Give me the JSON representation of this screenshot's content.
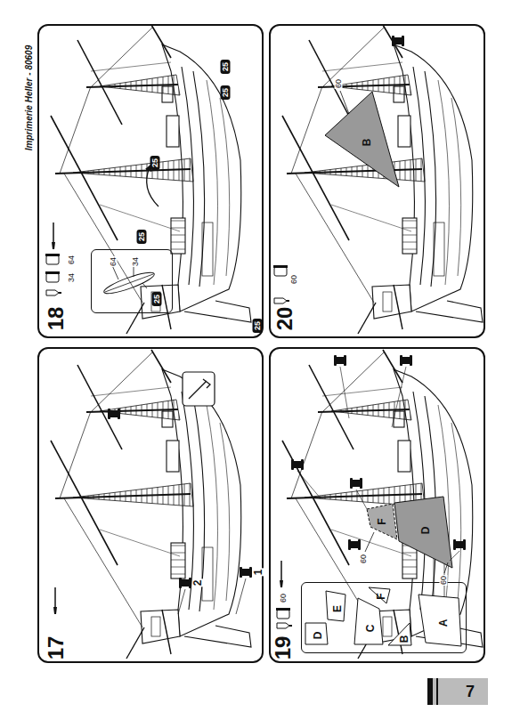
{
  "diagram": {
    "nodes": [
      {
        "text": [
          "17"
        ]
      },
      {
        "text": [
          "18"
        ]
      },
      {
        "text": [
          "64",
          "34",
          "25"
        ],
        "in": 1
      },
      {
        "text": [
          "19"
        ]
      },
      {
        "text": [
          "A",
          "B",
          "C",
          "D",
          "E",
          "F"
        ],
        "in": 3
      },
      {
        "text": [
          "20"
        ]
      }
    ],
    "labels": [
      "Imprimerie Heller - 80609",
      "2",
      "1",
      "64",
      "34",
      "25",
      "25",
      "25",
      "25",
      "25",
      "60",
      "F",
      "D",
      "60",
      "60",
      "60",
      "B",
      "60",
      "7"
    ]
  }
}
